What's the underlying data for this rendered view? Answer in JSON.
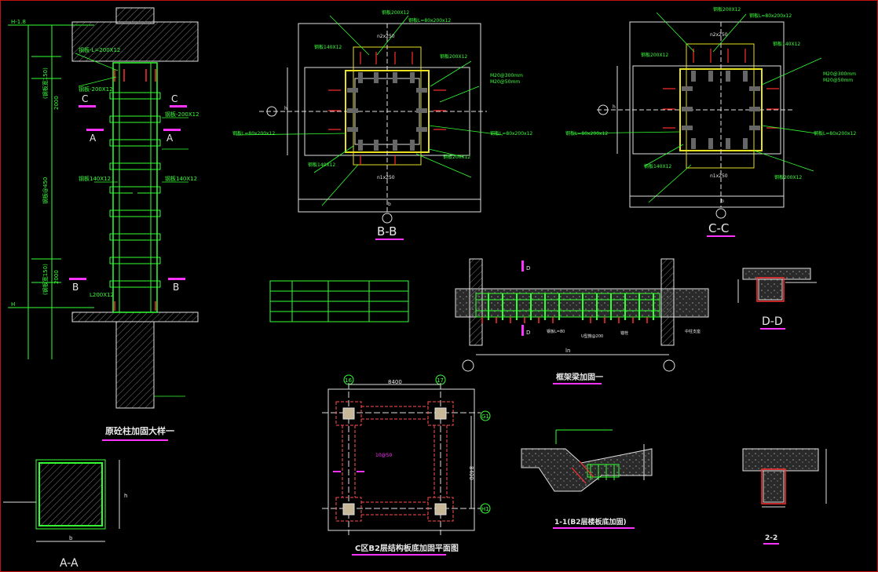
{
  "colors": {
    "background": "#000000",
    "line_white": "#e0e0e0",
    "line_green": "#33ff33",
    "line_yellow": "#e8e020",
    "line_red": "#ff3030",
    "line_magenta": "#ff33ff",
    "hatch_grey": "#9a9a9a",
    "frame_red": "#c01010"
  },
  "elevation": {
    "title": "原砼柱加固大样一",
    "section_marks": [
      "C",
      "C",
      "A",
      "A",
      "B",
      "B"
    ],
    "level_top": "H-1.8",
    "level_bottom": "H",
    "dim_top": "(钢板宽150)",
    "dim_top_value": "2000",
    "dim_mid": "钢板@450",
    "dim_bottom": "(钢板宽150)",
    "dim_bottom_value": "2000",
    "notes": [
      "钢板-L=200X12",
      "钢板-200X12",
      "钢板-200X12",
      "钢板140X12",
      "钢板140X12",
      "L200X12"
    ]
  },
  "section_bb": {
    "title": "B-B",
    "notes": [
      "钢板200X12",
      "钢板L=80x200x12",
      "钢板140X12",
      "钢板200X12",
      "M20@300mm",
      "M20@50mm",
      "钢板140X12",
      "钢板200X12",
      "钢板L=80x200x12",
      "钢板L=80x200x12"
    ],
    "dims": [
      "n1x250",
      "n2x250",
      "h",
      "b"
    ]
  },
  "section_cc": {
    "title": "C-C",
    "notes": [
      "钢板200X12",
      "钢板L=80x200x12",
      "钢板140X12",
      "钢板200X12",
      "M20@300mm",
      "M20@50mm",
      "钢板140X12",
      "钢板200X12",
      "钢板L=80x200x12",
      "钢板L=80x200x12"
    ],
    "dims": [
      "n1x250",
      "n2x250",
      "h",
      "b"
    ]
  },
  "beam_elev": {
    "title": "框架梁加固一",
    "marks": [
      "D",
      "D"
    ],
    "dims": [
      "ln"
    ],
    "notes": [
      "钢板L=80",
      "U型箍@200",
      "锚栓",
      "中柱支座"
    ]
  },
  "section_dd": {
    "title": "D-D"
  },
  "plan": {
    "title": "C区B2层结构板底加固平面图",
    "axes": [
      "16",
      "17",
      "G1",
      "H1"
    ],
    "dims": [
      "8400",
      "8400"
    ],
    "note": "10@50"
  },
  "section_11": {
    "title": "1-1(B2层楼板底加固)"
  },
  "section_22": {
    "title": "2-2"
  },
  "section_aa": {
    "title": "A-A",
    "dims": [
      "b",
      "h"
    ]
  }
}
